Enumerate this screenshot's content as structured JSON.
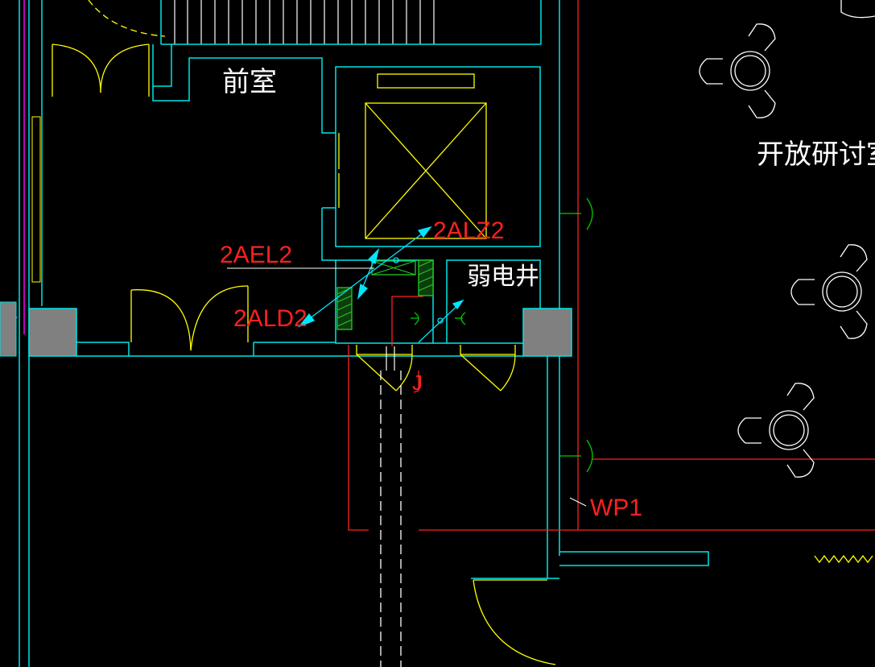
{
  "rooms": {
    "front_room": "前室",
    "weak_current_shaft": "弱电井",
    "open_discussion_room": "开放研讨室"
  },
  "tags": {
    "panel_2ael2": "2AEL2",
    "panel_2alz2": "2ALZ2",
    "panel_2ald2": "2ALD2",
    "circuit_wp1": "WP1",
    "mark_j": "J"
  },
  "colors": {
    "background": "#000000",
    "wall": "#00e5e5",
    "door": "#ffff00",
    "circuit": "#ff2020",
    "text": "#ffffff",
    "panel": "#22cc22",
    "column": "#808080",
    "magenta": "#ff00ff",
    "leader": "#00e5ff",
    "socket": "#00cc00"
  }
}
